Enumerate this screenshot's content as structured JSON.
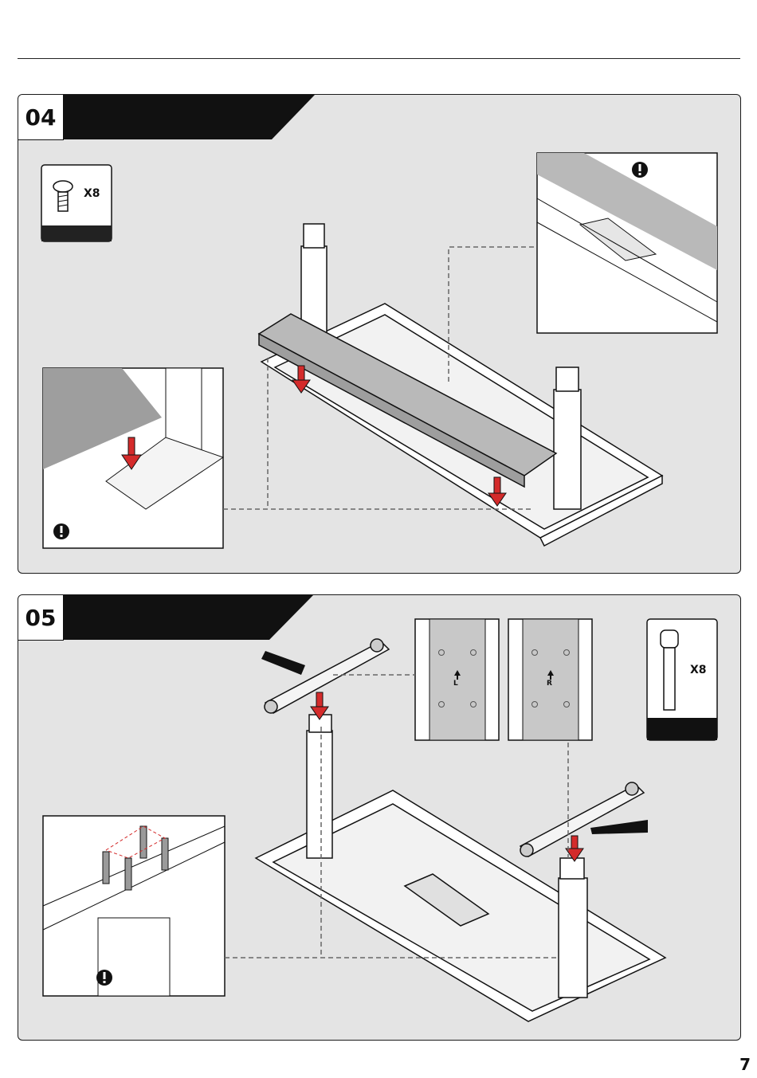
{
  "steps": [
    {
      "number": "04",
      "hardware": {
        "quantity": "X8",
        "icon": "screw-short-icon"
      }
    },
    {
      "number": "05",
      "hardware": {
        "quantity": "X8",
        "icon": "bolt-long-icon"
      },
      "bracket_marks": {
        "left": "L",
        "right": "R"
      }
    }
  ],
  "page_number": "7",
  "colors": {
    "panel": "#e4e4e4",
    "arrow": "#d42b2b",
    "ink": "#111111"
  }
}
